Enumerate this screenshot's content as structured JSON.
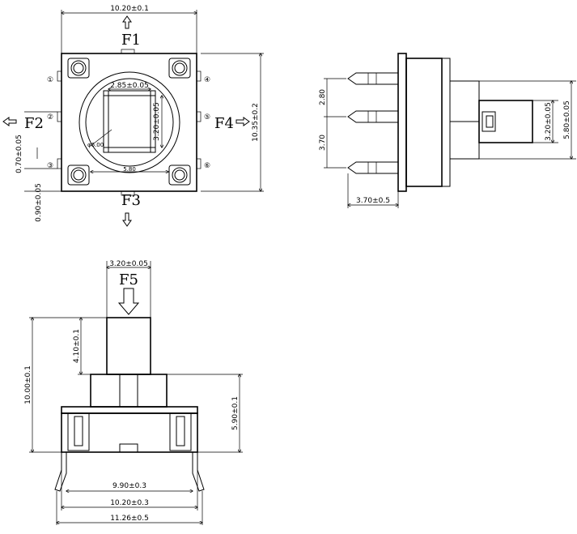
{
  "top_view": {
    "dim_width": "10.20±0.1",
    "dim_height": "10.35±0.2",
    "dim_inner_width": "2.85±0.05",
    "dim_inner_height": "3.20±0.05",
    "dim_diameter": "φ6.00",
    "dim_bottom_inner": "5.80",
    "dim_pin_offset": "0.70±0.05",
    "dim_pin_edge": "0.90±0.05",
    "forces": [
      "F1",
      "F2",
      "F3",
      "F4"
    ],
    "pins": [
      "①",
      "②",
      "③",
      "④",
      "⑤",
      "⑥"
    ]
  },
  "side_view": {
    "dim_pitch_top": "2.80",
    "dim_pitch_bottom": "3.70",
    "dim_lead": "3.70±0.5",
    "dim_shaft": "3.20±0.05",
    "dim_body": "5.80±0.05"
  },
  "front_view": {
    "dim_shaft_width": "3.20±0.05",
    "force": "F5",
    "dim_shaft_height": "4.10±0.1",
    "dim_total_height": "10.00±0.1",
    "dim_body_height": "5.90±0.1",
    "dim_inner_span": "9.90±0.3",
    "dim_body_width": "10.20±0.3",
    "dim_lead_span": "11.26±0.5"
  }
}
